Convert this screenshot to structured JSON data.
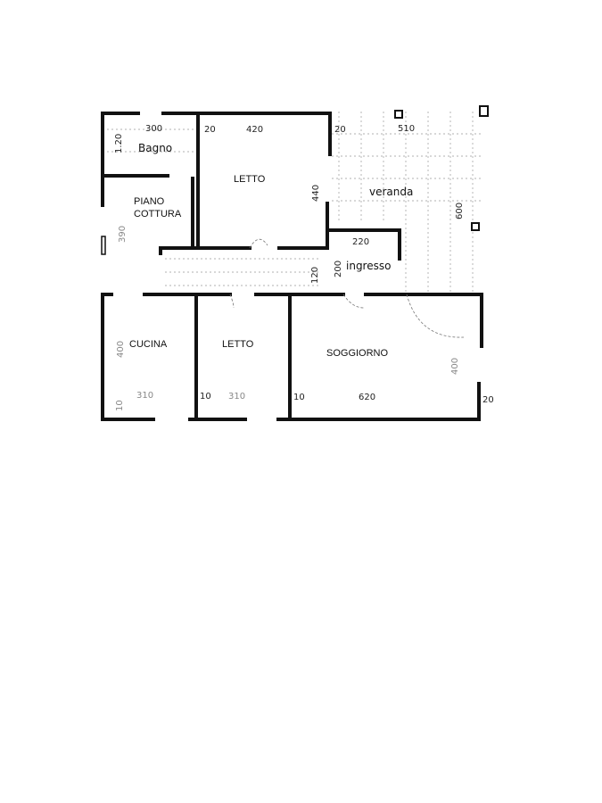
{
  "rooms": {
    "bagno": "Bagno",
    "letto_top": "LETTO",
    "piano_cottura_1": "PIANO",
    "piano_cottura_2": "COTTURA",
    "veranda": "veranda",
    "ingresso": "ingresso",
    "cucina": "CUCINA",
    "letto_bottom": "LETTO",
    "soggiorno": "SOGGIORNO"
  },
  "dimensions": {
    "bagno_width": "300",
    "wall_20_a": "20",
    "letto_width": "420",
    "wall_20_b": "20",
    "veranda_width": "510",
    "bagno_height": "1.20",
    "piano_height": "390",
    "letto_height": "440",
    "veranda_height": "600",
    "ingresso_width": "220",
    "ingresso_height": "200",
    "corridor_height": "120",
    "cucina_height": "400",
    "soggiorno_height": "400",
    "cucina_width": "310",
    "wall_10_a": "10",
    "letto_bottom_width": "310",
    "wall_10_b": "10",
    "soggiorno_width": "620",
    "wall_20_c": "20",
    "wall_10_c": "10"
  }
}
